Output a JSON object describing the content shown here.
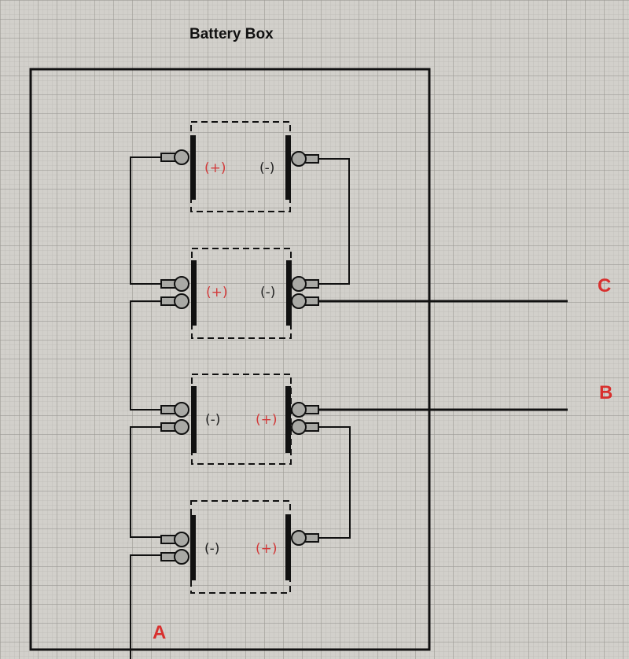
{
  "diagram": {
    "title": "Battery Box",
    "batteries": [
      {
        "id": "battery-1",
        "left_terminal": "(+)",
        "right_terminal": "(-)",
        "left_posts": 1,
        "right_posts": 1
      },
      {
        "id": "battery-2",
        "left_terminal": "(+)",
        "right_terminal": "(-)",
        "left_posts": 2,
        "right_posts": 2
      },
      {
        "id": "battery-3",
        "left_terminal": "(-)",
        "right_terminal": "(+)",
        "left_posts": 2,
        "right_posts": 2
      },
      {
        "id": "battery-4",
        "left_terminal": "(-)",
        "right_terminal": "(+)",
        "left_posts": 2,
        "right_posts": 1
      }
    ],
    "terminals": {
      "A": "A",
      "B": "B",
      "C": "C"
    },
    "colors": {
      "positive": "#d23a3a",
      "negative": "#222222",
      "terminal_label": "#d8302e",
      "wire": "#111111",
      "grid_background": "#d2d0cb"
    }
  }
}
